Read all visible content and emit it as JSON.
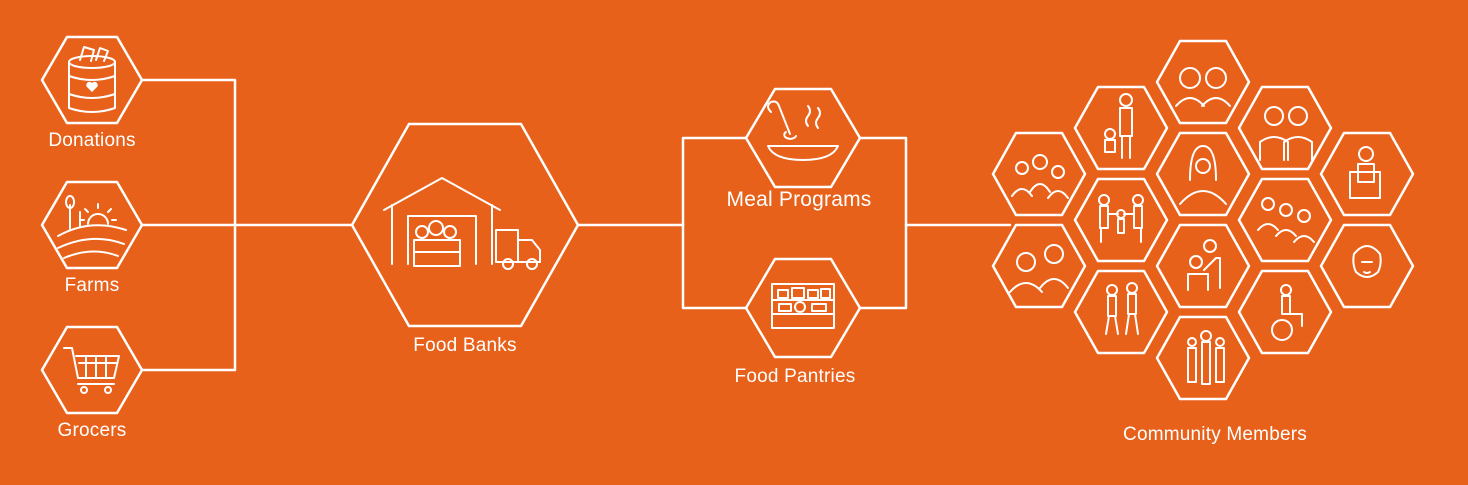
{
  "colors": {
    "background": "#E8611A",
    "foreground": "#FFFFFF"
  },
  "sources": {
    "donations": {
      "label": "Donations",
      "icon": "donation-barrel-icon"
    },
    "farms": {
      "label": "Farms",
      "icon": "farm-field-sun-icon"
    },
    "grocers": {
      "label": "Grocers",
      "icon": "shopping-cart-icon"
    }
  },
  "food_banks": {
    "label": "Food Banks",
    "icon": "warehouse-truck-icon"
  },
  "distribution": {
    "meal_programs": {
      "label": "Meal Programs",
      "icon": "ladle-bowl-icon"
    },
    "food_pantries": {
      "label": "Food Pantries",
      "icon": "pantry-shelf-icon"
    }
  },
  "community": {
    "label": "Community Members",
    "icons": [
      "elderly-couple-icon",
      "parent-child-icon",
      "grandparents-icon",
      "family-group-icon",
      "hijab-woman-icon",
      "elderly-person-chair-icon",
      "family-holding-hands-icon",
      "seniors-group-icon",
      "woman-man-portrait-icon",
      "caregiver-icon",
      "woman-headwrap-icon",
      "walking-couple-icon",
      "wheelchair-user-icon",
      "large-family-icon"
    ]
  }
}
